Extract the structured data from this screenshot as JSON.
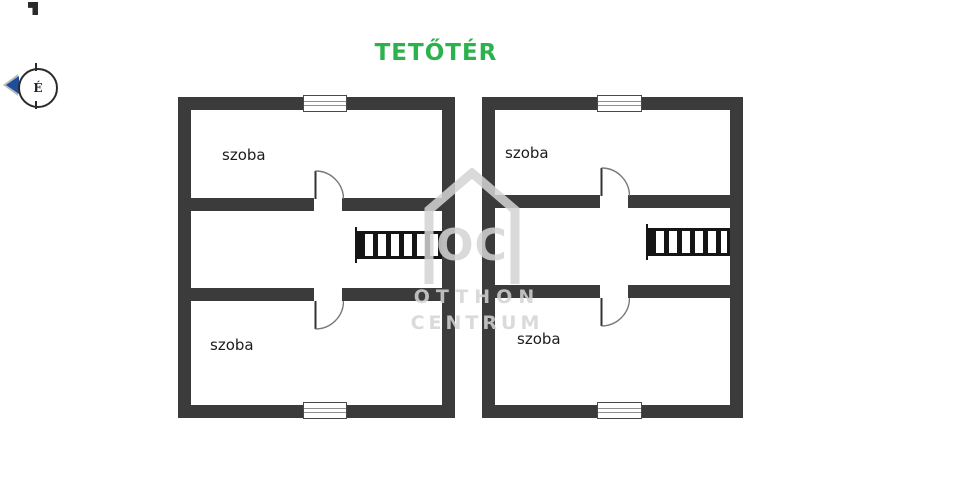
{
  "title": {
    "text": "TETŐTÉR",
    "color": "#2bb24d"
  },
  "compass": {
    "letter": "É"
  },
  "watermark": {
    "monogram": "OC",
    "line1": "OTTHON",
    "line2": "CENTRUM"
  },
  "colors": {
    "wall": "#3b3b3b",
    "title_green": "#2bb24d",
    "watermark_gray": "#d4d4d4",
    "compass_arrow_blue": "#1d4e9b"
  },
  "plans": {
    "left": {
      "room_top_label": "szoba",
      "room_bottom_label": "szoba"
    },
    "right": {
      "room_top_label": "szoba",
      "room_bottom_label": "szoba"
    }
  }
}
